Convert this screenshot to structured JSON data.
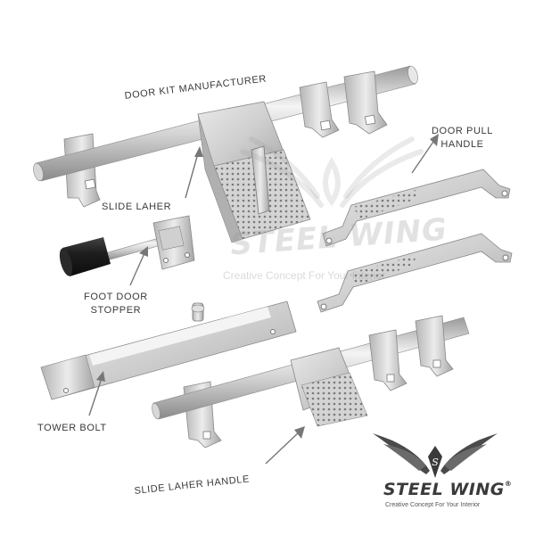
{
  "labels": {
    "door_kit": "DOOR KIT MANUFACTURER",
    "door_pull_line1": "DOOR PULL",
    "door_pull_line2": "HANDLE",
    "slide_laher": "SLIDE LAHER",
    "foot_door_line1": "FOOT DOOR",
    "foot_door_line2": "STOPPER",
    "tower_bolt": "TOWER BOLT",
    "slide_laher_handle": "SLIDE LAHER HANDLE"
  },
  "watermark": {
    "brand": "STEEL WING",
    "tagline": "Creative Concept For Your Interior"
  },
  "logo": {
    "brand": "STEEL WING",
    "registered": "®",
    "tagline": "Creative Concept For Your Interior"
  },
  "colors": {
    "steel_light": "#f2f2f2",
    "steel_mid": "#c9c9c9",
    "steel_dark": "#8f8f8f",
    "label_text": "#3a3a3a",
    "rubber": "#1e1e1e"
  }
}
